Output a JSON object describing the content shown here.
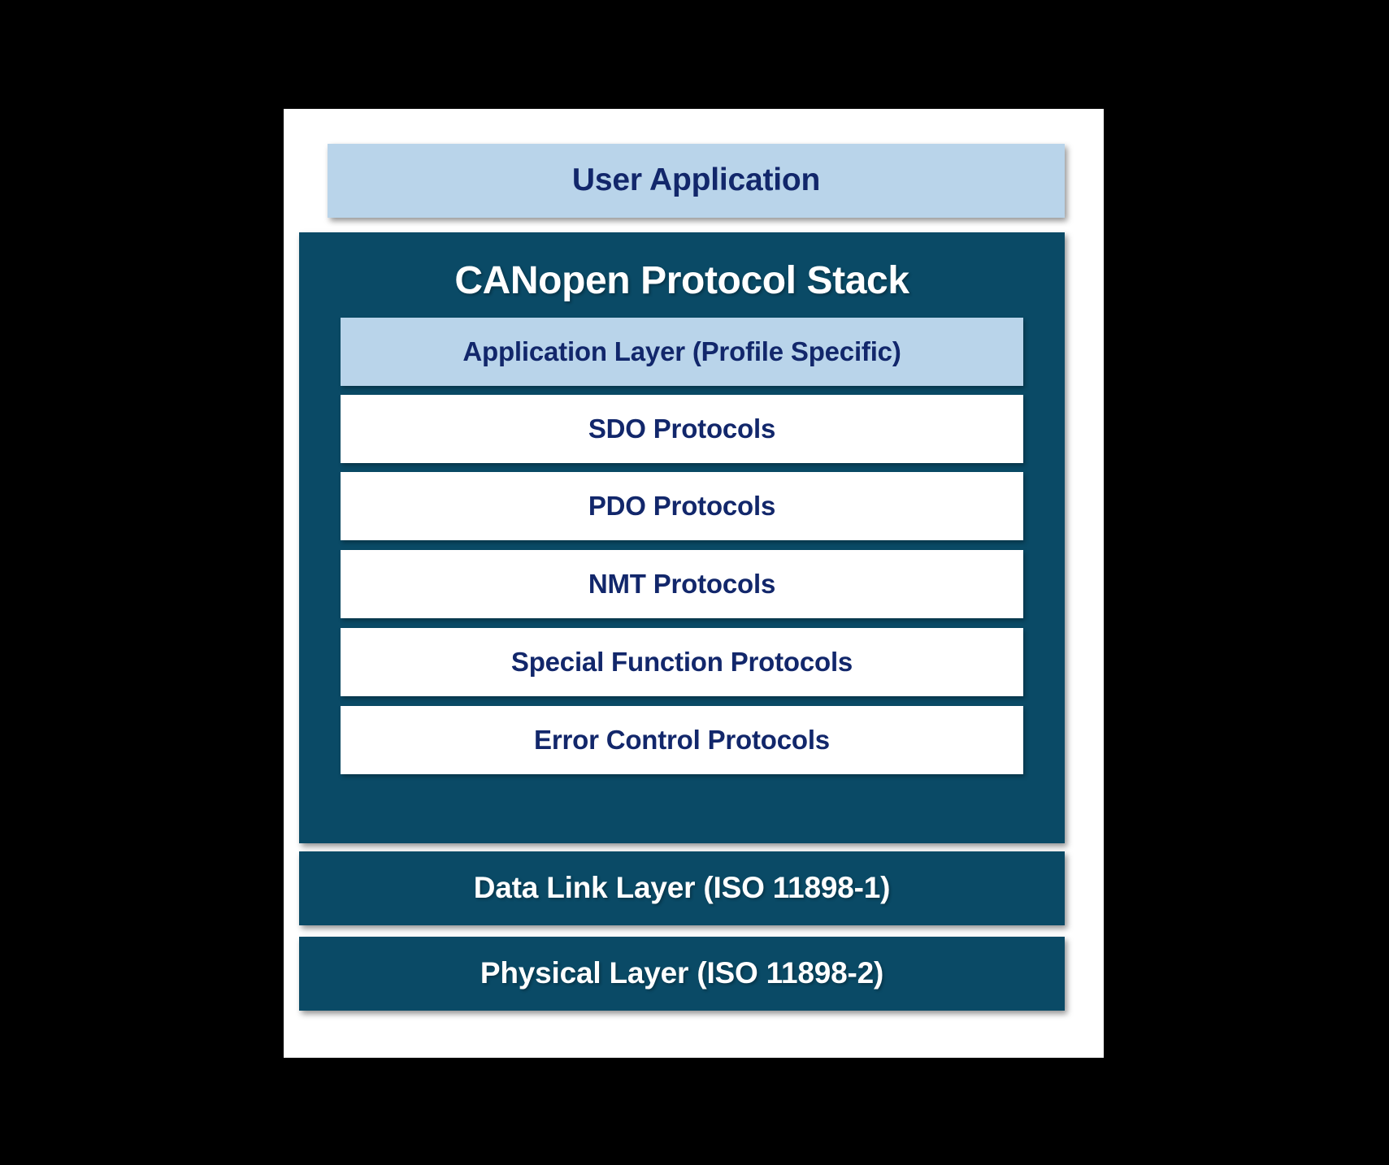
{
  "diagram": {
    "title": "CANopen Protocol Stack",
    "colors": {
      "dark_blue": "#0a4a66",
      "light_blue": "#b9d4ea",
      "navy_text": "#12276b",
      "white": "#ffffff",
      "background": "#000000"
    },
    "top_layer": {
      "label": "User Application"
    },
    "stack": {
      "title": "CANopen Protocol Stack",
      "rows": [
        {
          "label": "Application Layer (Profile Specific)",
          "style": "highlight"
        },
        {
          "label": "SDO Protocols",
          "style": "plain"
        },
        {
          "label": "PDO Protocols",
          "style": "plain"
        },
        {
          "label": "NMT Protocols",
          "style": "plain"
        },
        {
          "label": "Special Function Protocols",
          "style": "plain"
        },
        {
          "label": "Error Control Protocols",
          "style": "plain"
        }
      ]
    },
    "bottom_layers": [
      {
        "label": "Data Link Layer (ISO 11898-1)"
      },
      {
        "label": "Physical Layer (ISO 11898-2)"
      }
    ]
  }
}
